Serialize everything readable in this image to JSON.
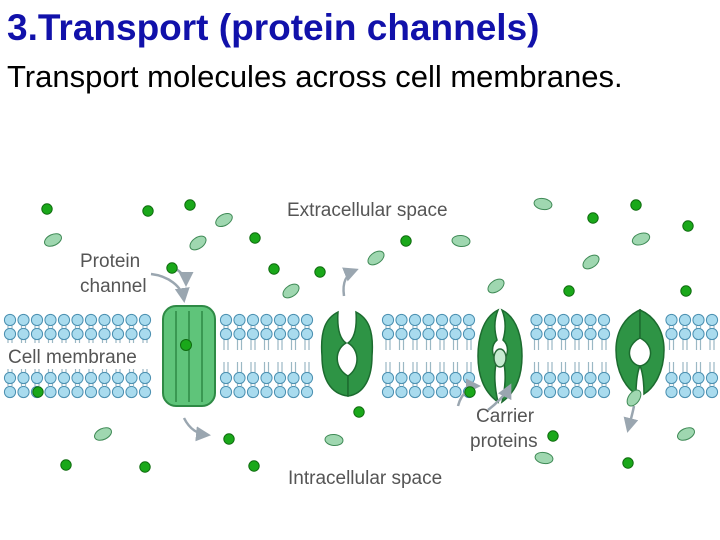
{
  "slide": {
    "title": "3.Transport (protein channels)",
    "subtitle": "Transport molecules across cell membranes."
  },
  "diagram": {
    "labels": {
      "extracellular": "Extracellular space",
      "protein_channel_line1": "Protein",
      "protein_channel_line2": "channel",
      "cell_membrane": "Cell membrane",
      "carrier_line1": "Carrier",
      "carrier_line2": "proteins",
      "intracellular": "Intracellular space"
    },
    "colors": {
      "title": "#1111aa",
      "membrane_head": "#a9dbee",
      "membrane_head_stroke": "#4a8fb0",
      "channel": "#5fc47a",
      "carrier": "#2e9445",
      "molecule_round": "#1aa81a",
      "molecule_oval": "#9fd7b0",
      "arrow": "#9aa6b0"
    }
  }
}
